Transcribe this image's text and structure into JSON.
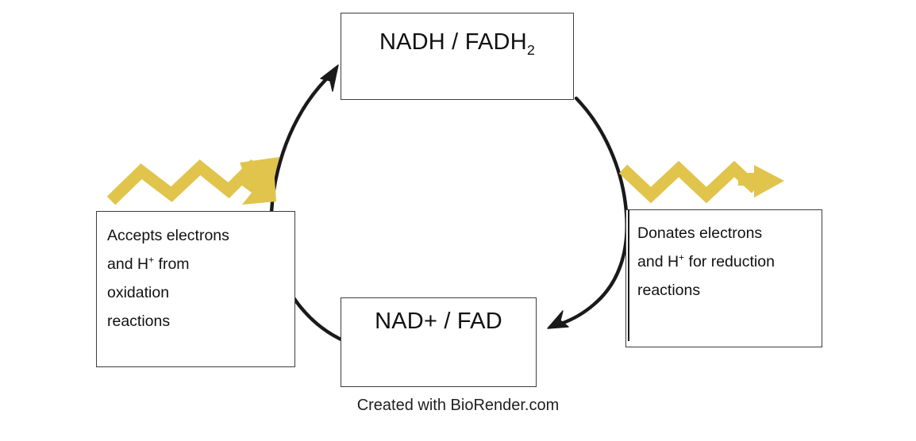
{
  "diagram": {
    "title": "NAD/FAD redox cycle",
    "colors": {
      "zigzag_arrow": "#e0c44b",
      "cycle_arrow": "#1a1a1a",
      "box_border": "#3d3d3d",
      "text": "#111111",
      "background": "#ffffff"
    },
    "nodes": {
      "reduced_form": {
        "label_plain": "NADH / FADH2",
        "label_main": "NADH / FADH",
        "label_subscript": "2"
      },
      "oxidized_form": {
        "label_plain": "NAD+ / FAD",
        "label_main": "NAD+ / FAD"
      },
      "accepts": {
        "line1_a": "Accepts electrons",
        "line2_a": "and H",
        "line2_sup": "+",
        "line2_b": " from",
        "line3": "oxidation",
        "line4": "reactions",
        "full_text": "Accepts electrons and H+ from oxidation reactions"
      },
      "donates": {
        "line1_a": "Donates electrons",
        "line2_a": "and H",
        "line2_sup": "+",
        "line2_b": " for reduction",
        "line3": "reactions",
        "full_text": "Donates electrons and H+ for reduction reactions"
      }
    },
    "arrows": {
      "left_zigzag": {
        "name": "electrons-in-zigzag",
        "direction": "up-right",
        "color": "#e0c44b"
      },
      "right_zigzag": {
        "name": "electrons-out-zigzag",
        "direction": "right",
        "color": "#e0c44b"
      },
      "left_arc": {
        "name": "reduction-arc",
        "direction": "counterclockwise-up",
        "color": "#1a1a1a"
      },
      "right_arc": {
        "name": "oxidation-arc",
        "direction": "clockwise-down",
        "color": "#1a1a1a"
      }
    },
    "caption": "Created with BioRender.com"
  }
}
